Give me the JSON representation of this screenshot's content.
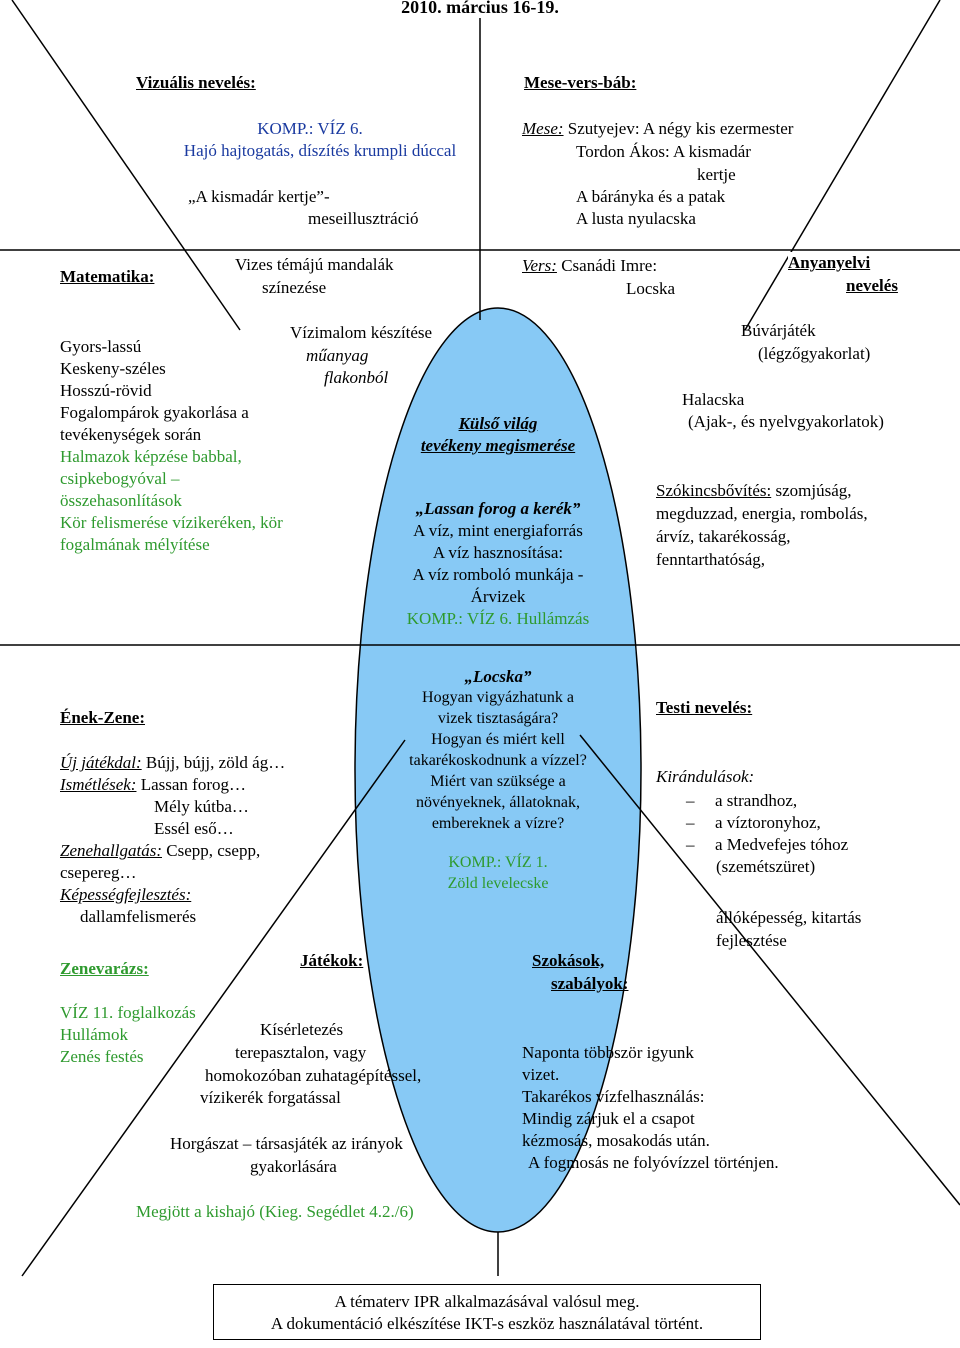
{
  "colors": {
    "green": "#2e9a2e",
    "blue": "#1a3aa0",
    "ellipse": "#87c9f5",
    "line": "#000000"
  },
  "header": {
    "date": "2010. március 16-19."
  },
  "vizualis": {
    "heading": "Vizuális nevelés:",
    "komp": "KOMP.: VÍZ 6.",
    "line2": "Hajó hajtogatás, díszítés krumpli dúccal",
    "line3": "„A kismadár kertje”-",
    "line4": "meseillusztráció"
  },
  "mese": {
    "heading": "Mese-vers-báb:",
    "mese_label": "Mese:",
    "mese_line1": " Szutyejev: A négy kis ezermester",
    "mese_line2": "Tordon Ákos: A kismadár",
    "mese_line3": "kertje",
    "mese_line4": "A bárányka és a patak",
    "mese_line5": "A lusta nyulacska",
    "vers_label": "Vers:",
    "vers_line1": " Csanádi Imre:",
    "vers_line2": "Locska"
  },
  "matematika": {
    "heading": "Matematika:",
    "mandala1": "Vizes témájú mandalák",
    "mandala2": "színezése",
    "items": [
      {
        "text": "Gyors-lassú",
        "color": "black"
      },
      {
        "text": "Keskeny-széles",
        "color": "black"
      },
      {
        "text": "Hosszú-rövid",
        "color": "black"
      },
      {
        "text": "Fogalompárok gyakorlása a",
        "color": "black"
      },
      {
        "text": "tevékenységek során",
        "color": "black"
      },
      {
        "text": "Halmazok képzése babbal,",
        "color": "green"
      },
      {
        "text": "csipkebogyóval –",
        "color": "green"
      },
      {
        "text": "összehasonlítások",
        "color": "green"
      },
      {
        "text": "Kör felismerése vízikeréken, kör",
        "color": "green"
      },
      {
        "text": "fogalmának mélyítése",
        "color": "green"
      }
    ]
  },
  "vizimalom": {
    "line1": "Vízimalom készítése",
    "line2": "műanyag",
    "line3": "flakonból"
  },
  "anyanyelvi": {
    "heading1": "Anyanyelvi",
    "heading2": "nevelés",
    "buvar1": "Búvárjáték",
    "buvar2": "(légzőgyakorlat)",
    "halacska1": "Halacska",
    "halacska2": "(Ajak-, és nyelvgyakorlatok)",
    "szokincs_label": "Szókincsbővítés:",
    "szokincs1": " szomjúság,",
    "szokincs2": "megduzzad, energia, rombolás,",
    "szokincs3": "árvíz, takarékosság,",
    "szokincs4": "fenntarthatóság,"
  },
  "center": {
    "title1": "Külső világ",
    "title2": "tevékeny megismerése",
    "lassan": "„Lassan forog a kerék”",
    "line1": "A víz, mint energiaforrás",
    "line2": "A víz hasznosítása:",
    "line3": "A víz romboló munkája -",
    "line4": "Árvizek",
    "komp": "KOMP.: VÍZ 6. Hullámzás",
    "locska": "„Locska”",
    "q1": "Hogyan vigyázhatunk a",
    "q2": "vizek tisztaságára?",
    "q3": "Hogyan és miért kell",
    "q4": "takarékoskodnunk a vízzel?",
    "q5": "Miért van szüksége a",
    "q6": "növényeknek, állatoknak,",
    "q7": "embereknek a vízre?",
    "komp2": "KOMP.: VÍZ 1.",
    "zold": "Zöld levelecske"
  },
  "enek": {
    "heading": "Ének-Zene:",
    "uj_label": "Új játékdal:",
    "uj_text": " Bújj, bújj, zöld ág…",
    "ism_label": "Ismétlések:",
    "ism_text": " Lassan forog…",
    "ism2": "Mély kútba…",
    "ism3": "Essél eső…",
    "zh_label": "Zenehallgatás:",
    "zh_text": " Csepp, csepp,",
    "zh2": "csepereg…",
    "kep_label": "Képességfejlesztés:",
    "kep_text": "dallamfelismerés",
    "zenevarazs": "Zenevarázs:",
    "viz1": "VÍZ 11. foglalkozás",
    "viz2": "Hullámok",
    "viz3": "Zenés festés"
  },
  "jatekok": {
    "heading": "Játékok:",
    "l1": "Kísérletezés",
    "l2": "terepasztalon, vagy",
    "l3": "homokozóban zuhatagépítéssel,",
    "l4": "vízikerék forgatással",
    "l5": "Horgászat – társasjáték az irányok",
    "l6": "gyakorlására",
    "l7": "Megjött a kishajó (Kieg. Segédlet 4.2./6)"
  },
  "testi": {
    "heading": "Testi nevelés:",
    "kir": "Kirándulások:",
    "items": [
      "a strandhoz,",
      "a víztoronyhoz,",
      "a Medvefejes tóhoz"
    ],
    "szemet": "(szemétszüret)",
    "allo1": "állóképesség, kitartás",
    "allo2": "fejlesztése"
  },
  "szokasok": {
    "heading1": "Szokások,",
    "heading2": "szabályok:",
    "l1": "Naponta többször igyunk",
    "l2": "vizet.",
    "l3": "Takarékos vízfelhasználás:",
    "l4": "Mindig zárjuk el a csapot",
    "l5": "kézmosás, mosakodás után.",
    "l6": "A fogmosás ne folyóvízzel történjen."
  },
  "footer": {
    "line1": "A tématerv IPR alkalmazásával valósul meg.",
    "line2": "A dokumentáció elkészítése IKT-s eszköz használatával történt."
  }
}
